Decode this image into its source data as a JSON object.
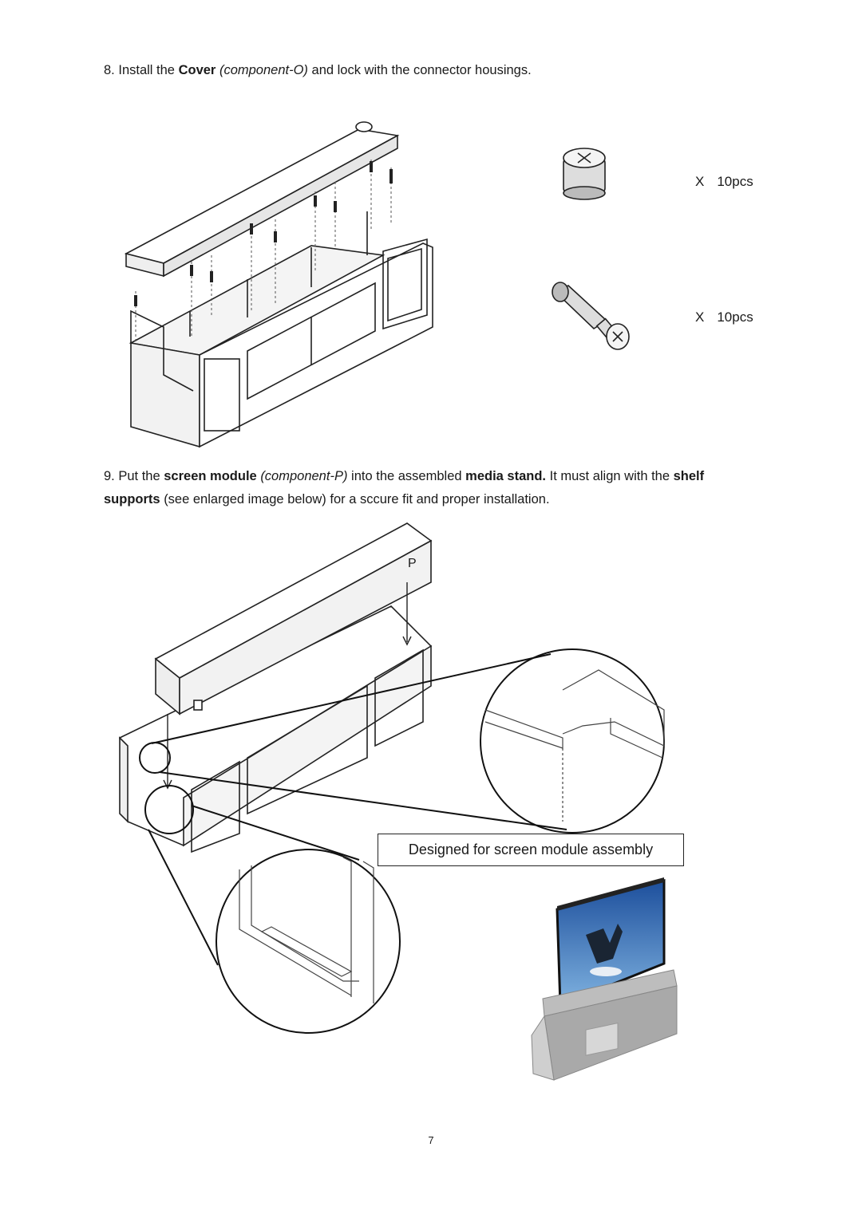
{
  "step8": {
    "num": "8.",
    "pre": "Install the",
    "bold1": "Cover",
    "ital1": "(component-O)",
    "post": "and lock with the connector housings."
  },
  "hardware": [
    {
      "mark": "X",
      "qty": "10pcs",
      "icon": "cam-lock-icon"
    },
    {
      "mark": "X",
      "qty": "10pcs",
      "icon": "connector-bolt-icon"
    }
  ],
  "step9": {
    "num": "9.",
    "pre": "Put the",
    "bold1": "screen module",
    "ital1": "(component-P)",
    "mid1": "into the assembled",
    "bold2": "media stand.",
    "mid2": "It must align with the",
    "bold3": "shelf supports",
    "post": "(see enlarged image below) for a sccure fit and proper installation."
  },
  "label_p": "P",
  "caption": "Designed for screen module assembly",
  "page_number": "7"
}
